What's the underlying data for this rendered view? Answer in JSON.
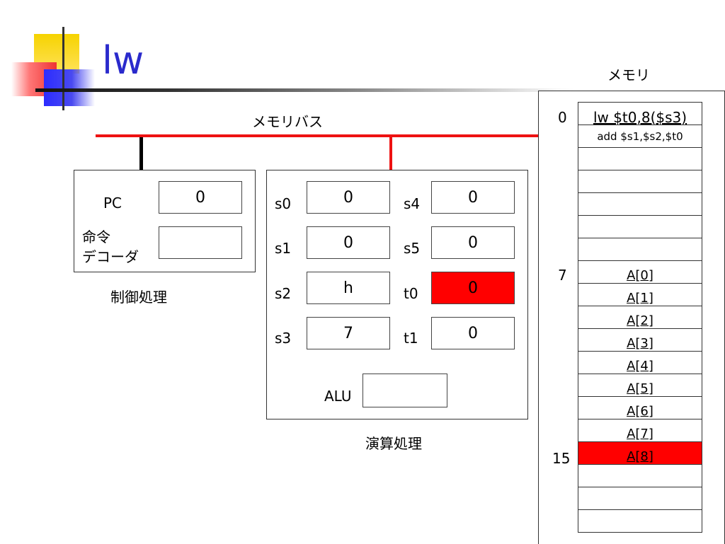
{
  "slide": {
    "title": "lw"
  },
  "labels": {
    "memory_bus": "メモリバス",
    "memory": "メモリ",
    "control": "制御処理",
    "arithmetic": "演算処理",
    "pc": "PC",
    "decoder": "命令\nデコーダ",
    "alu": "ALU"
  },
  "control": {
    "pc_value": "0",
    "decoder_value": ""
  },
  "registers": [
    {
      "name": "s0",
      "value": "0",
      "highlight": false
    },
    {
      "name": "s4",
      "value": "0",
      "highlight": false
    },
    {
      "name": "s1",
      "value": "0",
      "highlight": false
    },
    {
      "name": "s5",
      "value": "0",
      "highlight": false
    },
    {
      "name": "s2",
      "value": "h",
      "highlight": false
    },
    {
      "name": "t0",
      "value": "0",
      "highlight": true
    },
    {
      "name": "s3",
      "value": "7",
      "highlight": false
    },
    {
      "name": "t1",
      "value": "0",
      "highlight": false
    }
  ],
  "alu_value": "",
  "memory": {
    "addresses": [
      "0",
      "7",
      "15"
    ],
    "cells": [
      "lw $t0,8($s3)",
      "add $s1,$s2,$t0",
      "",
      "",
      "",
      "",
      "",
      "A[0]",
      "A[1]",
      "A[2]",
      "A[3]",
      "A[4]",
      "A[5]",
      "A[6]",
      "A[7]",
      "A[8]",
      "",
      "",
      ""
    ],
    "highlight_index": 15
  },
  "colors": {
    "bus": "#e11111",
    "highlight": "#ff0000",
    "title": "#2a2acc"
  }
}
